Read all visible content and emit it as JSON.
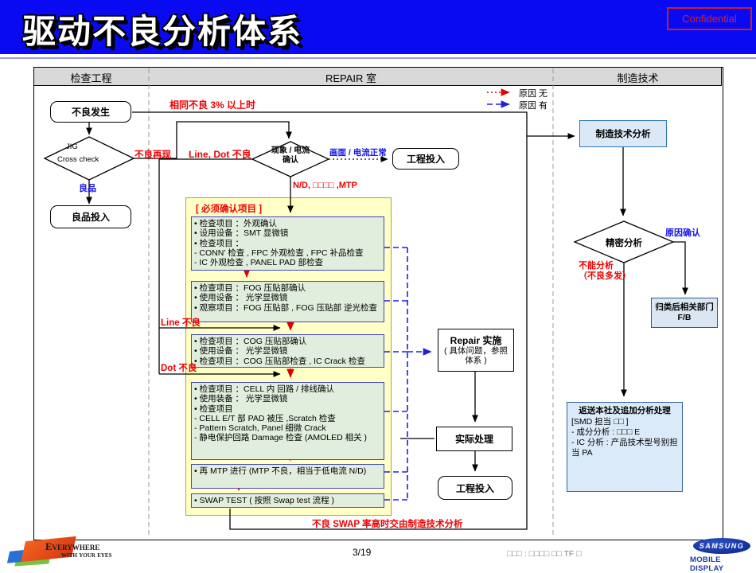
{
  "title": "驱动不良分析体系",
  "confidential": "Confidential",
  "header": {
    "col1": "检查工程",
    "col2": "REPAIR  室",
    "col3": "制造技术"
  },
  "legend": {
    "no_cause": "原因 无",
    "has_cause": "原因 有"
  },
  "inspection": {
    "defect_box": "不良发生",
    "jig1": "JIG",
    "jig2": "Cross check",
    "good_label": "良品",
    "good_box": "良品投入"
  },
  "repair": {
    "same_defect_label": "相同不良  3%  以上时",
    "reappear_label": "不良再现",
    "line_dot_label": "Line, Dot  不良",
    "diamond_line1": "现象 / 电流",
    "diamond_line2": "确认",
    "normal_label": "画面 / 电流正常",
    "process_box1": "工程投入",
    "nd_label": "N/D, □□□□ ,MTP",
    "must_title": "[ 必须确认项目 ]",
    "line_defect_label": "Line  不良",
    "dot_defect_label": "Dot  不良",
    "check_boxes": [
      {
        "lines": [
          "•  检查项目 ：外观确认",
          "•  设用设备 ：SMT 显微镜",
          "•  检查项目 ：",
          " - CONN’  检查 , FPC 外观检查 , FPC 补品检查",
          " - IC 外观检查 , PANEL PAD 部检查"
        ]
      },
      {
        "lines": [
          "•  检查项目 ：FOG  压贴部确认",
          "•  使用设备 ： 光学显微镜",
          "•  观察项目 ：FOG 压贴部 , FOG 压贴部 逆光检查"
        ]
      },
      {
        "lines": [
          "•  检查项目 ：COG  压贴部确认",
          "•  使用设备 ： 光学显微镜",
          "•  检查项目 ：COG 压贴部检查 , IC Crack 检查"
        ]
      },
      {
        "lines": [
          "•  检查项目 ：CELL 内 回路 / 排线确认",
          "•  使用装备 ： 光学显微镜",
          "•  检查项目",
          "  - CELL E/T 部  PAD 被压 ,Scratch 检查",
          "  - Pattern Scratch, Panel  细微  Crack",
          "  - 静电保护回路  Damage 检查 (AMOLED 相关 )"
        ]
      },
      {
        "lines": [
          "•  再  MTP 进行  (MTP 不良，相当于低电流 N/D)"
        ]
      },
      {
        "lines": [
          "• SWAP TEST ( 按照 Swap test  流程 )"
        ]
      }
    ],
    "repair_title": "Repair  实施",
    "repair_sub1": "( 具体问题，参照",
    "repair_sub2": "体系 )",
    "handle_box": "实际处理",
    "process_box2": "工程投入",
    "swap_note": "不良  SWAP 率高时交由制造技术分析"
  },
  "mfg": {
    "analysis_box": "制造技术分析",
    "diamond": "精密分析",
    "cause_label": "原因确认",
    "cannot_label1": "不能分析",
    "cannot_label2": "（不良多发）",
    "fb_line1": "归类后相关部门",
    "fb_line2": "F/B",
    "return_title": "返送本社及追加分析处理",
    "return_lines": [
      "[SMD 担当 □□ ]",
      " -  成分分析 : □□□ E",
      " - IC 分析 : 产品技术型号别担当  PA"
    ]
  },
  "footer": {
    "slogan1": "Everywhere",
    "slogan2": "with your eyes",
    "page": "3/19",
    "owner": "□□□ : □□□□ □□ TF □",
    "samsung": "SAMSUNG",
    "mobile_display": "MOBILE DISPLAY"
  }
}
